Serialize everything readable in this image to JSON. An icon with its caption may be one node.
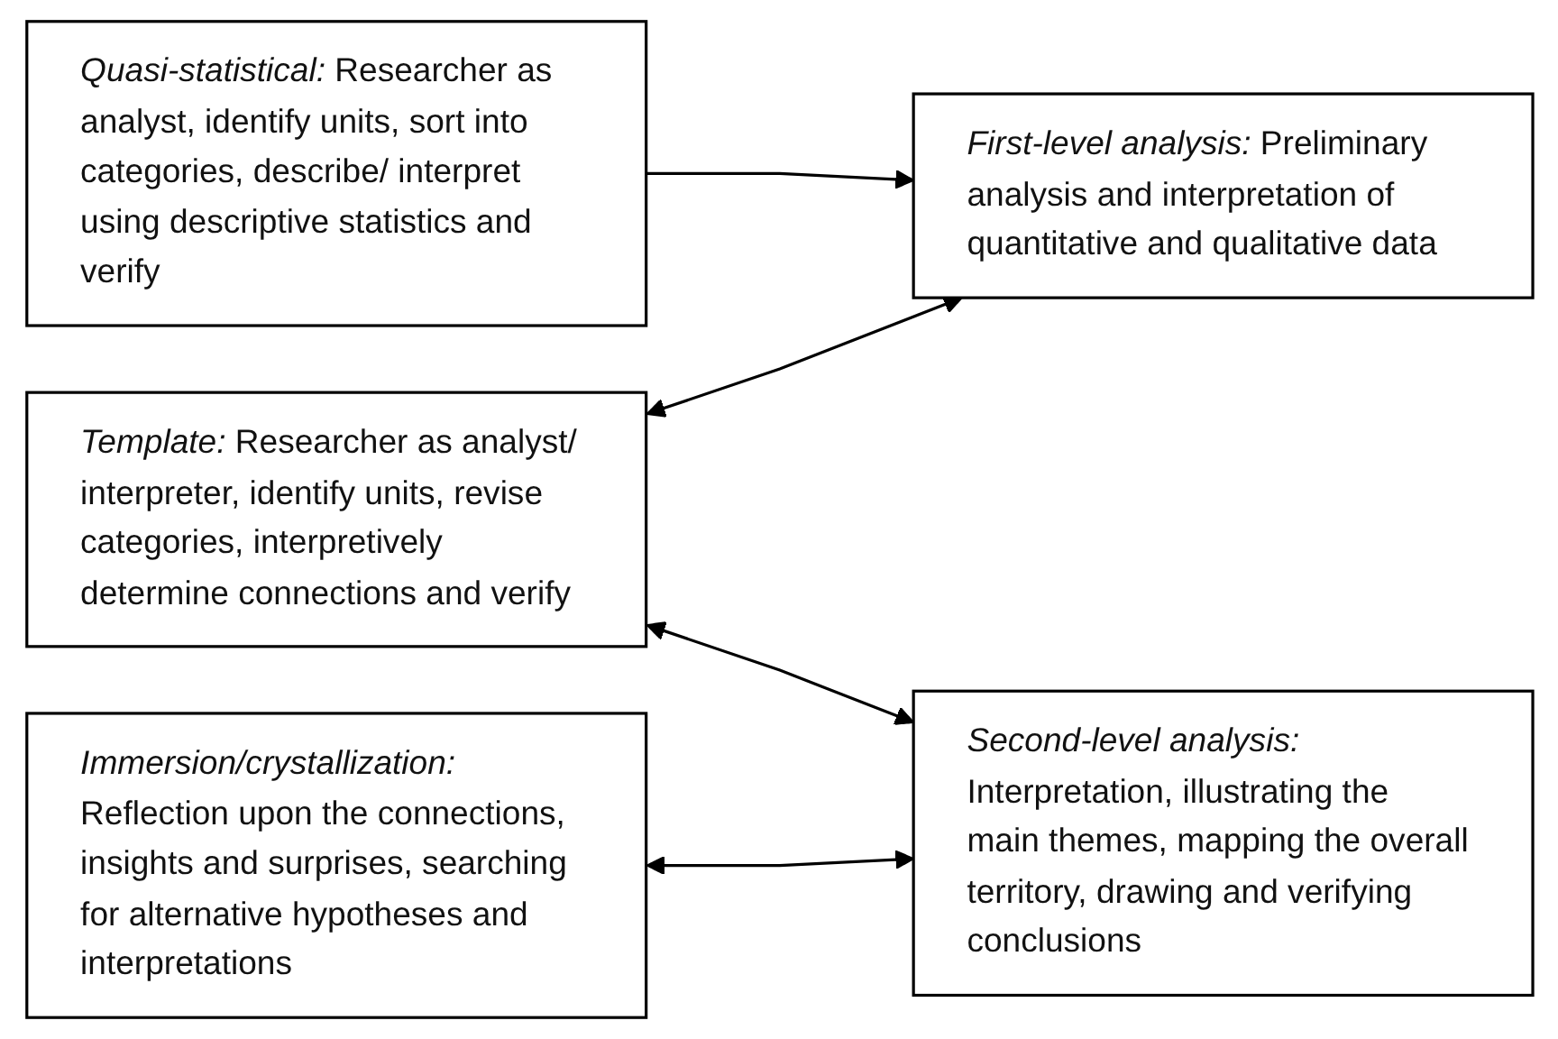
{
  "diagram": {
    "nodes": [
      {
        "text": [
          "Quasi-statistical:",
          "Researcher as analyst, identify units, sort into categories, describe/ interpret using descriptive statistics and verify"
        ]
      },
      {
        "text": [
          "Template:",
          "Researcher as analyst/ interpreter, identify units, revise categories, interpretively determine connections and verify"
        ]
      },
      {
        "text": [
          "Immersion/crystallization:",
          "Reflection upon the connections, insights and surprises, searching for alternative hypotheses and interpretations"
        ]
      },
      {
        "text": [
          "First-level analysis:",
          "Preliminary analysis and interpretation of quantitative and qualitative data"
        ]
      },
      {
        "text": [
          "Second-level analysis:",
          "Interpretation, illustrating the main themes, mapping the overall territory, drawing and verifying conclusions"
        ]
      }
    ],
    "edges": [
      {
        "from": 0,
        "to": 3,
        "arrow": "to"
      },
      {
        "from": 1,
        "to": 3,
        "arrow": "both"
      },
      {
        "from": 1,
        "to": 4,
        "arrow": "both"
      },
      {
        "from": 2,
        "to": 4,
        "arrow": "both"
      }
    ]
  }
}
